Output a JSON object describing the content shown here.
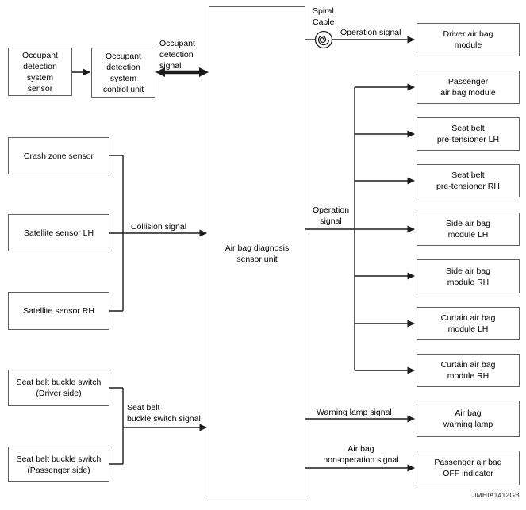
{
  "colors": {
    "background": "#ffffff",
    "box_border": "#5f5f5f",
    "line": "#1c1c1c",
    "text": "#000000"
  },
  "central_unit": {
    "label": "Air bag diagnosis\nsensor unit"
  },
  "left_boxes": {
    "occupant_sensor": "Occupant\ndetection\nsystem\nsensor",
    "occupant_control": "Occupant\ndetection\nsystem\ncontrol unit",
    "crash_zone": "Crash zone sensor",
    "satellite_lh": "Satellite sensor LH",
    "satellite_rh": "Satellite sensor RH",
    "buckle_driver": "Seat belt buckle switch\n(Driver side)",
    "buckle_passenger": "Seat belt buckle switch\n(Passenger side)"
  },
  "right_boxes": {
    "driver_airbag": "Driver air bag\nmodule",
    "passenger_airbag": "Passenger\nair bag module",
    "pretensioner_lh": "Seat belt\npre-tensioner LH",
    "pretensioner_rh": "Seat belt\npre-tensioner RH",
    "side_lh": "Side air bag\nmodule LH",
    "side_rh": "Side air bag\nmodule RH",
    "curtain_lh": "Curtain air bag\nmodule LH",
    "curtain_rh": "Curtain air bag\nmodule RH",
    "warning_lamp": "Air bag\nwarning lamp",
    "off_indicator": "Passenger air bag\nOFF indicator"
  },
  "signal_labels": {
    "occupant_detection": "Occupant\ndetection\nsignal",
    "collision": "Collision signal",
    "seat_belt_buckle": "Seat belt\nbuckle switch signal",
    "spiral_cable": "Spiral\nCable",
    "operation_top": "Operation signal",
    "operation_mid": "Operation\nsignal",
    "warning_lamp": "Warning lamp signal",
    "non_operation": "Air bag\nnon-operation signal"
  },
  "icons": {
    "spiral_cable": "spiral-coil-icon"
  },
  "watermark": "JMHIA1412GB"
}
